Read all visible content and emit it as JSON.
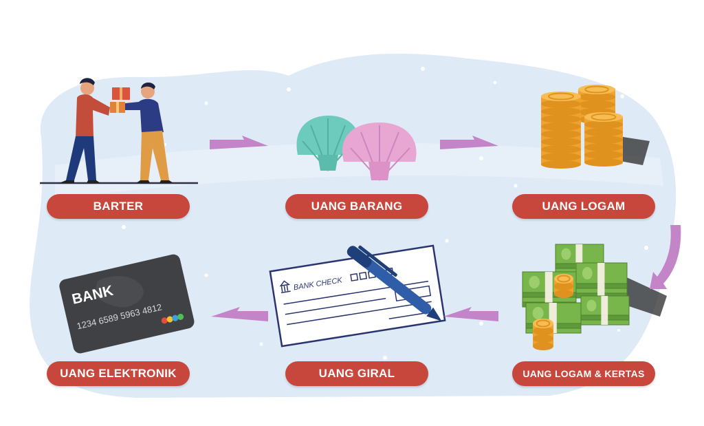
{
  "steps": [
    {
      "label": "BARTER",
      "icon": "people-exchanging-gift-icon"
    },
    {
      "label": "UANG BARANG",
      "icon": "seashells-icon"
    },
    {
      "label": "UANG LOGAM",
      "icon": "coin-stacks-icon"
    },
    {
      "label": "UANG LOGAM & KERTAS",
      "icon": "banknotes-and-coins-icon"
    },
    {
      "label": "UANG GIRAL",
      "icon": "bank-check-icon"
    },
    {
      "label": "UANG ELEKTRONIK",
      "icon": "bank-card-icon"
    }
  ],
  "check": {
    "title": "BANK CHECK"
  },
  "card": {
    "brand": "BANK",
    "number": "1234 6589 5963 4812"
  },
  "colors": {
    "label_bg": "#c8473d",
    "label_text": "#ffffff",
    "arrow": "#c384c8",
    "background_blob": "#dfeaf7"
  }
}
